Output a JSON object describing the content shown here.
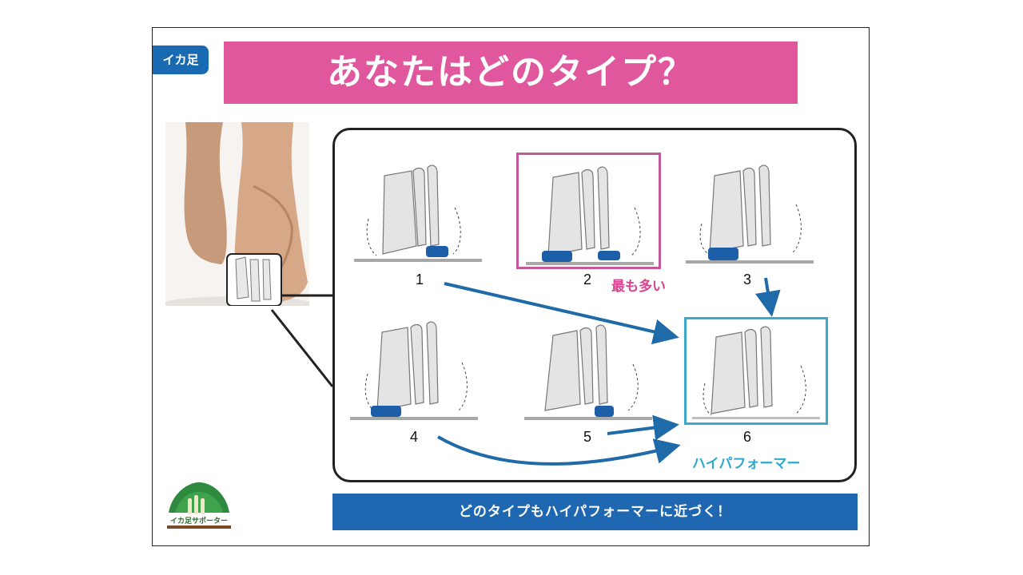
{
  "tag": "イカ足",
  "title": "あなたはどのタイプ？",
  "labels": {
    "most_common": "最も多い",
    "high_performer": "ハイパフォーマー"
  },
  "types": [
    {
      "number": "1"
    },
    {
      "number": "2"
    },
    {
      "number": "3"
    },
    {
      "number": "4"
    },
    {
      "number": "5"
    },
    {
      "number": "6"
    }
  ],
  "bottom_message": "どのタイプもハイパフォーマーに近づく！",
  "logo_text": "イカ足サポーター",
  "colors": {
    "title_bg": "#e0579d",
    "tag_bg": "#1a6ab3",
    "bottom_bg": "#1f68b1",
    "highlight_pink": "#c2579a",
    "highlight_teal": "#3aa9cc",
    "arrow": "#1f6aa8",
    "pad": "#1d5ea8"
  }
}
